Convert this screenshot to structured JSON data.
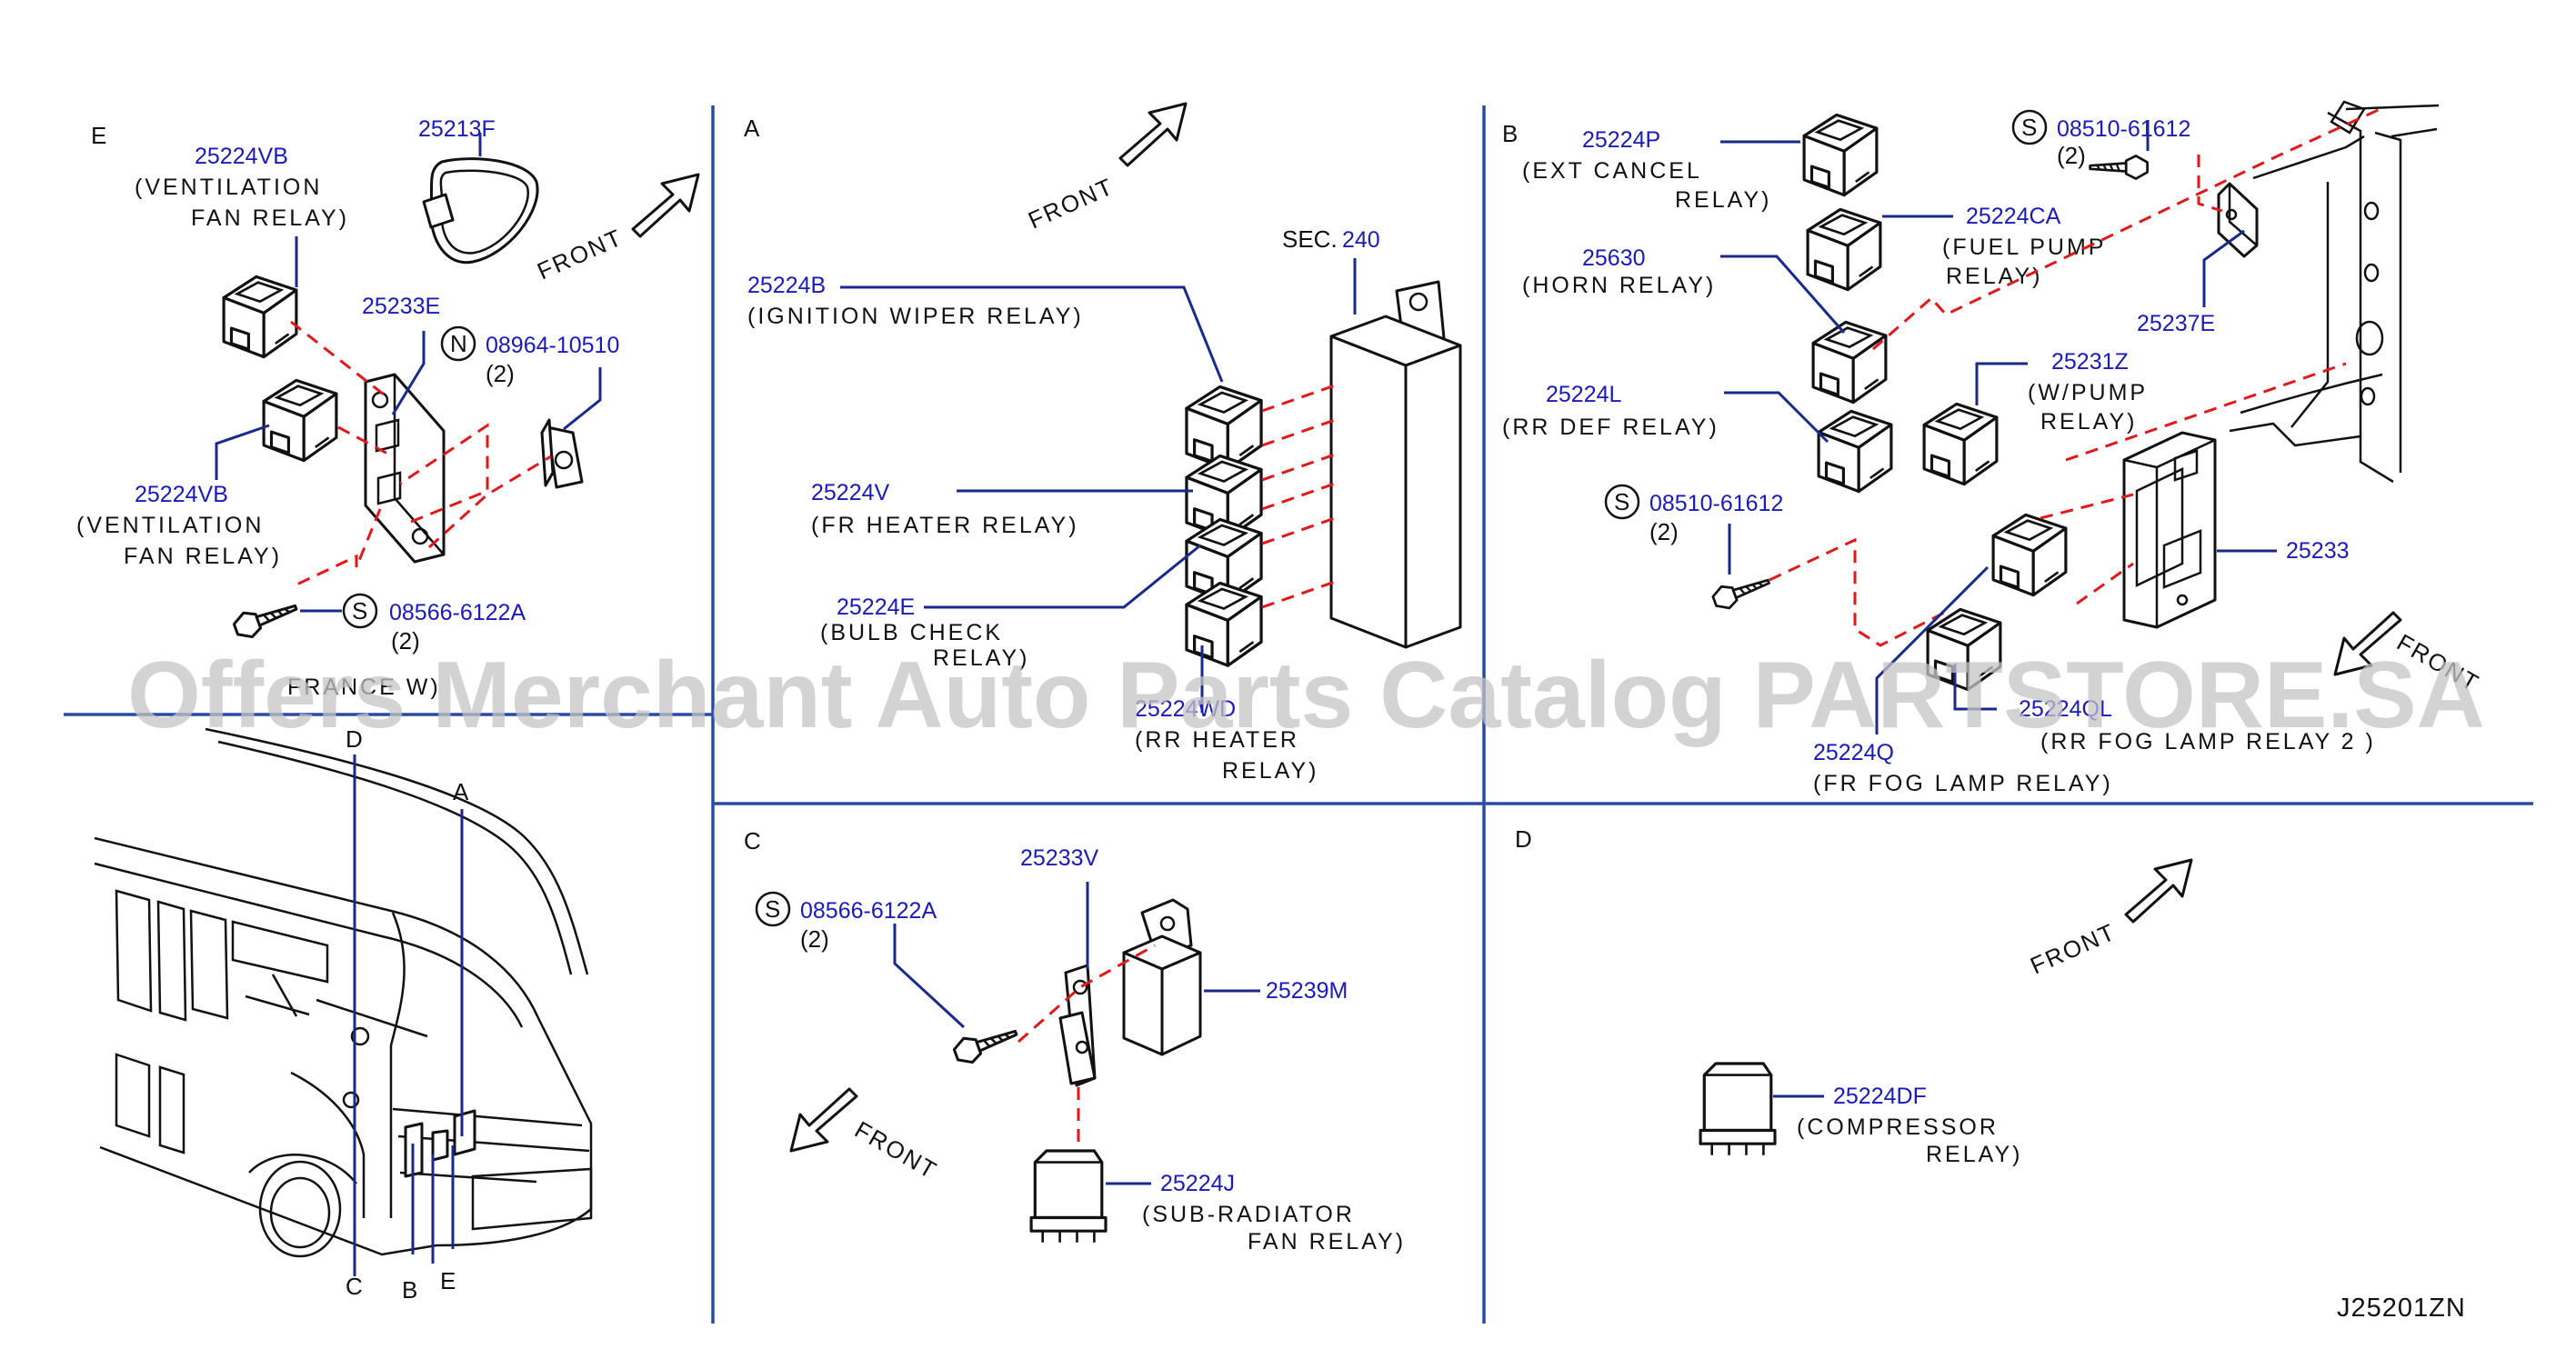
{
  "sections": {
    "E": "E",
    "A": "A",
    "B": "B",
    "C": "C",
    "D": "D"
  },
  "front_label": "FRONT",
  "sec_prefix": "SEC.",
  "sec_number": "240",
  "qty2": "(2)",
  "screw_symbol_S": "S",
  "nut_symbol_N": "N",
  "section_E": {
    "p_25224VB_top": "25224VB",
    "p_25224VB_top_desc1": "(VENTILATION",
    "p_25224VB_top_desc2": "FAN  RELAY)",
    "p_25213F": "25213F",
    "p_25233E": "25233E",
    "p_08964": "08964-10510",
    "p_25224VB_bottom": "25224VB",
    "p_25224VB_bottom_desc1": "(VENTILATION",
    "p_25224VB_bottom_desc2": "FAN  RELAY)",
    "p_08566": "08566-6122A",
    "partial_text": "FRANCE W)"
  },
  "section_A": {
    "p_25224B": "25224B",
    "p_25224B_desc": "(IGNITION  WIPER  RELAY)",
    "p_25224V": "25224V",
    "p_25224V_desc": "(FR  HEATER  RELAY)",
    "p_25224E": "25224E",
    "p_25224E_desc1": "(BULB  CHECK",
    "p_25224E_desc2": "RELAY)",
    "p_25224W": "25224WD",
    "p_25224W_desc1": "(RR  HEATER",
    "p_25224W_desc2": "RELAY)"
  },
  "section_B": {
    "p_25224P": "25224P",
    "p_25224P_desc1": "(EXT  CANCEL",
    "p_25224P_desc2": "RELAY)",
    "p_08510_top": "08510-61612",
    "p_25224CA": "25224CA",
    "p_25224CA_desc1": "(FUEL  PUMP",
    "p_25224CA_desc2": "RELAY)",
    "p_25630": "25630",
    "p_25630_desc": "(HORN  RELAY)",
    "p_25237E": "25237E",
    "p_25231Z": "25231Z",
    "p_25231Z_desc1": "(W/PUMP",
    "p_25224L": "25224L",
    "p_25224L_desc": "(RR  DEF  RELAY)",
    "p_25231Z_desc2": "RELAY)",
    "p_08510_mid": "08510-61612",
    "p_25233": "25233",
    "p_25224QL": "25224QL",
    "p_25224QL_desc": "(RR  FOG  LAMP  RELAY  2 )",
    "p_25224Q": "25224Q",
    "p_25224Q_desc": "(FR  FOG  LAMP  RELAY)"
  },
  "section_C": {
    "p_08566": "08566-6122A",
    "p_25233V": "25233V",
    "p_25239M": "25239M",
    "p_25224J": "25224J",
    "p_25224J_desc1": "(SUB-RADIATOR",
    "p_25224J_desc2": "FAN  RELAY)"
  },
  "section_D": {
    "p_25224DF": "25224DF",
    "p_25224DF_desc1": "(COMPRESSOR",
    "p_25224DF_desc2": "RELAY)"
  },
  "vehicle_callouts": {
    "D": "D",
    "A": "A",
    "C": "C",
    "B": "B",
    "E": "E"
  },
  "diagram_code": "J25201ZN",
  "watermark": "Offers Merchant Auto Parts Catalog PARTSTORE.SA",
  "colors": {
    "part_number": "#1a1ab8",
    "leader": "#1a2a8c",
    "dashed": "#e01a1a",
    "divider": "#2a4aa8"
  }
}
